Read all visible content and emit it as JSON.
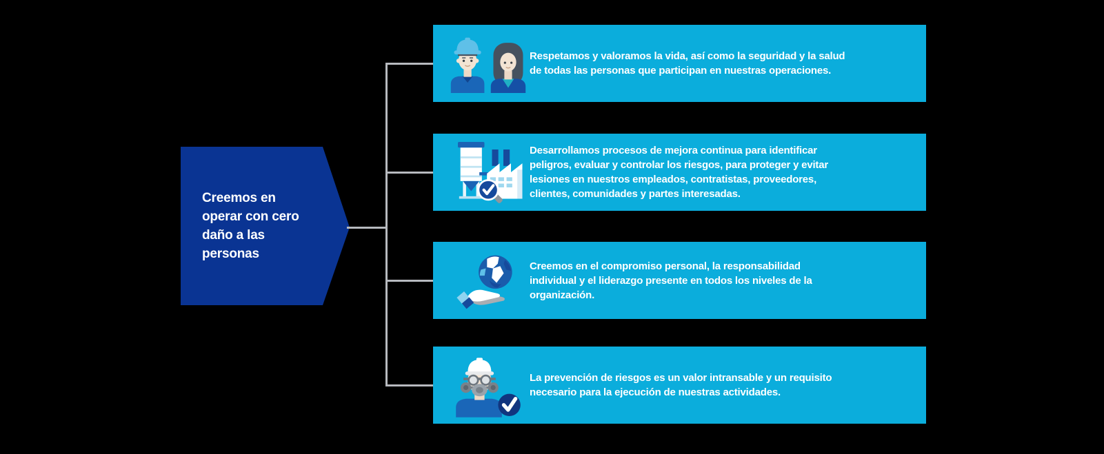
{
  "diagram": {
    "root": {
      "text_lines": [
        "Creemos en",
        "operar con cero",
        "daño a las",
        "personas"
      ]
    },
    "boxes": [
      {
        "icon": "workers-pair-icon",
        "text_lines": [
          "Respetamos y valoramos la vida, así como la seguridad y la salud",
          "de todas las personas que participan en nuestras operaciones."
        ]
      },
      {
        "icon": "factory-inspection-icon",
        "text_lines": [
          "Desarrollamos procesos de mejora continua para identificar",
          "peligros, evaluar y controlar los riesgos, para proteger y evitar",
          "lesiones en nuestros empleados, contratistas, proveedores,",
          "clientes, comunidades y partes interesadas."
        ]
      },
      {
        "icon": "globe-hand-icon",
        "text_lines": [
          "Creemos en el compromiso personal, la responsabilidad",
          "individual y el liderazgo presente en todos los niveles de la",
          "organización."
        ]
      },
      {
        "icon": "respirator-worker-icon",
        "text_lines": [
          "La prevención de riesgos es un valor intransable y un requisito",
          "necesario para la ejecución de nuestras actividades."
        ]
      }
    ],
    "colors": {
      "box_cyan": "#0baddc",
      "root_navy": "#0a3493",
      "connector_gray": "#b7babf",
      "text_white": "#ffffff",
      "icon_navy": "#11357f",
      "icon_blue": "#1a66b8",
      "icon_light_blue": "#5fc0e8"
    }
  }
}
